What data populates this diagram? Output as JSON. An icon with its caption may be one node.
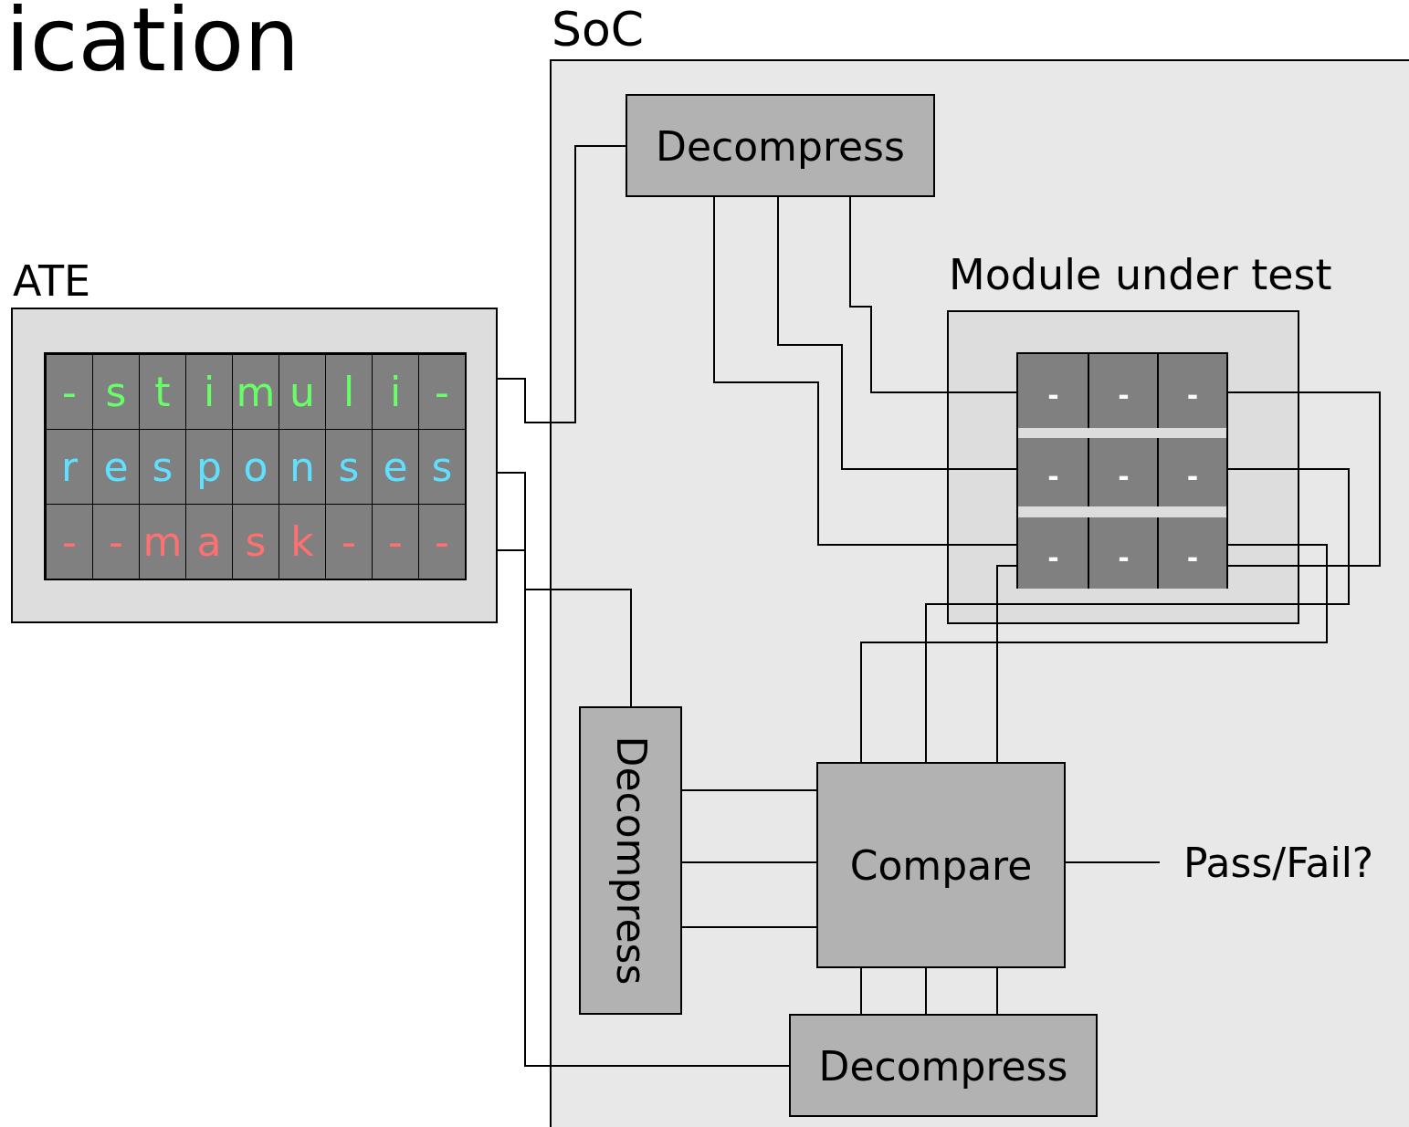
{
  "diagram": {
    "title": "ication",
    "nodes": [
      {
        "text": [
          "SoC"
        ]
      },
      {
        "text": [
          "ATE"
        ]
      },
      {
        "text": [
          "Decompress"
        ],
        "in": 0
      },
      {
        "text": [
          "Module under test"
        ],
        "in": 0
      },
      {
        "text": [],
        "shape": "box",
        "in": 3
      },
      {
        "text": [
          "Decompress"
        ],
        "in": 0
      },
      {
        "text": [
          "Compare"
        ],
        "in": 0
      },
      {
        "text": [
          "Decompress"
        ],
        "in": 0
      },
      {
        "text": [
          "Pass/Fail?"
        ],
        "in": 0
      }
    ],
    "edges": [
      {
        "from": 1,
        "to": 2,
        "arrow": "none"
      },
      {
        "from": 1,
        "to": 7,
        "arrow": "none"
      },
      {
        "from": 1,
        "to": 5,
        "arrow": "none"
      },
      {
        "from": 2,
        "to": 4,
        "arrow": "none"
      },
      {
        "from": 2,
        "to": 4,
        "arrow": "none"
      },
      {
        "from": 2,
        "to": 4,
        "arrow": "none"
      },
      {
        "from": 4,
        "to": 6,
        "arrow": "none"
      },
      {
        "from": 4,
        "to": 6,
        "arrow": "none"
      },
      {
        "from": 4,
        "to": 6,
        "arrow": "none"
      },
      {
        "from": 5,
        "to": 6,
        "arrow": "none"
      },
      {
        "from": 5,
        "to": 6,
        "arrow": "none"
      },
      {
        "from": 5,
        "to": 6,
        "arrow": "none"
      },
      {
        "from": 7,
        "to": 6,
        "arrow": "none"
      },
      {
        "from": 7,
        "to": 6,
        "arrow": "none"
      },
      {
        "from": 7,
        "to": 6,
        "arrow": "none"
      },
      {
        "from": 6,
        "to": 8,
        "arrow": "none"
      }
    ],
    "labels": [
      "-",
      "s",
      "t",
      "i",
      "m",
      "u",
      "l",
      "i",
      "-",
      "r",
      "e",
      "s",
      "p",
      "o",
      "n",
      "s",
      "e",
      "s",
      "-",
      "-",
      "m",
      "a",
      "s",
      "k",
      "-",
      "-",
      "-",
      "-",
      "-",
      "-",
      "-",
      "-",
      "-",
      "-",
      "-",
      "-"
    ]
  }
}
